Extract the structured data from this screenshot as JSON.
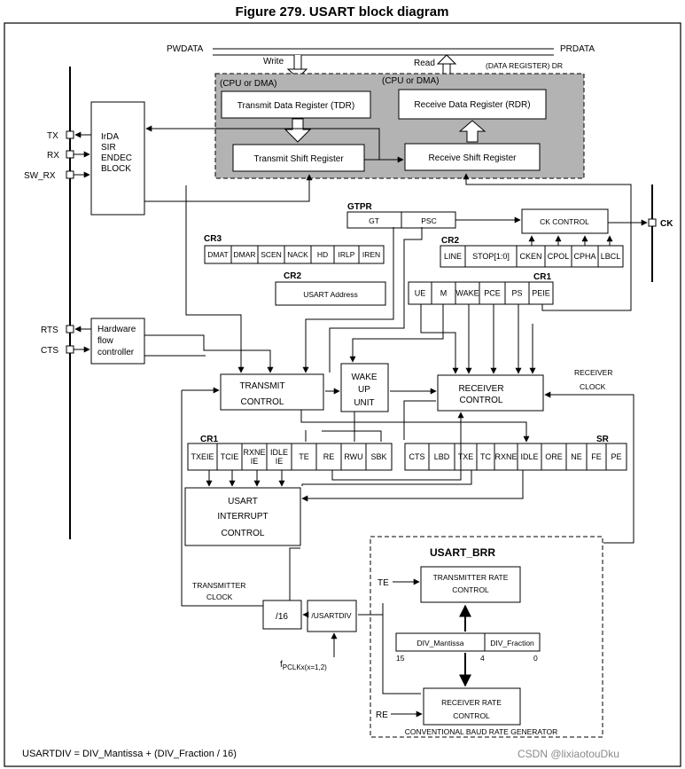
{
  "figure_title": "Figure 279. USART block diagram",
  "bus": {
    "pwdata": "PWDATA",
    "prdata": "PRDATA",
    "write": "Write",
    "read": "Read",
    "data_register": "(DATA REGISTER) DR"
  },
  "registers": {
    "cpu_dma_tx": "(CPU or DMA)",
    "cpu_dma_rx": "(CPU or DMA)",
    "tdr": "Transmit Data Register (TDR)",
    "rdr": "Receive Data Register (RDR)",
    "tsr": "Transmit Shift Register",
    "rsr": "Receive Shift Register"
  },
  "pins": {
    "tx": "TX",
    "rx": "RX",
    "sw_rx": "SW_RX",
    "rts": "RTS",
    "cts": "CTS",
    "ck": "CK"
  },
  "irda": [
    "IrDA",
    "SIR",
    "ENDEC",
    "BLOCK"
  ],
  "hwflow": [
    "Hardware",
    "flow",
    "controller"
  ],
  "gtpr": {
    "title": "GTPR",
    "gt": "GT",
    "psc": "PSC"
  },
  "ck_control": "CK CONTROL",
  "cr3": {
    "title": "CR3",
    "bits": [
      "DMAT",
      "DMAR",
      "SCEN",
      "NACK",
      "HD",
      "IRLP",
      "IREN"
    ]
  },
  "cr2_top": {
    "title": "CR2",
    "bits": [
      "LINE",
      "STOP[1:0]",
      "CKEN",
      "CPOL",
      "CPHA",
      "LBCL"
    ]
  },
  "cr2_addr": {
    "title": "CR2",
    "field": "USART Address"
  },
  "cr1_top": {
    "title": "CR1",
    "bits": [
      "UE",
      "M",
      "WAKE",
      "PCE",
      "PS",
      "PEIE"
    ]
  },
  "transmit_control": [
    "TRANSMIT",
    "CONTROL"
  ],
  "wakeup_unit": [
    "WAKE",
    "UP",
    "UNIT"
  ],
  "receiver_control": [
    "RECEIVER",
    "CONTROL"
  ],
  "receiver_clock": [
    "RECEIVER",
    "CLOCK"
  ],
  "cr1_bottom": {
    "title": "CR1",
    "bits": [
      "TXEIE",
      "TCIE",
      "RXNE IE",
      "IDLE IE",
      "TE",
      "RE",
      "RWU",
      "SBK"
    ]
  },
  "sr": {
    "title": "SR",
    "bits": [
      "CTS",
      "LBD",
      "TXE",
      "TC",
      "RXNE",
      "IDLE",
      "ORE",
      "NE",
      "FE",
      "PE"
    ]
  },
  "usart_interrupt": [
    "USART",
    "INTERRUPT",
    "CONTROL"
  ],
  "brr": {
    "title": "USART_BRR",
    "te": "TE",
    "re": "RE",
    "tx_rate": [
      "TRANSMITTER RATE",
      "CONTROL"
    ],
    "rx_rate": [
      "RECEIVER RATE",
      "CONTROL"
    ],
    "div_mantissa": "DIV_Mantissa",
    "div_fraction": "DIV_Fraction",
    "bit15": "15",
    "bit4": "4",
    "bit0": "0",
    "generator": "CONVENTIONAL BAUD RATE GENERATOR"
  },
  "transmitter_clock": [
    "TRANSMITTER",
    "CLOCK"
  ],
  "div16": "/16",
  "usartdiv": "/USARTDIV",
  "fpclk": {
    "main": "f",
    "sub": "PCLKx(x=1,2)"
  },
  "formula": "USARTDIV = DIV_Mantissa + (DIV_Fraction / 16)",
  "watermark": "CSDN @lixiaotouDku"
}
